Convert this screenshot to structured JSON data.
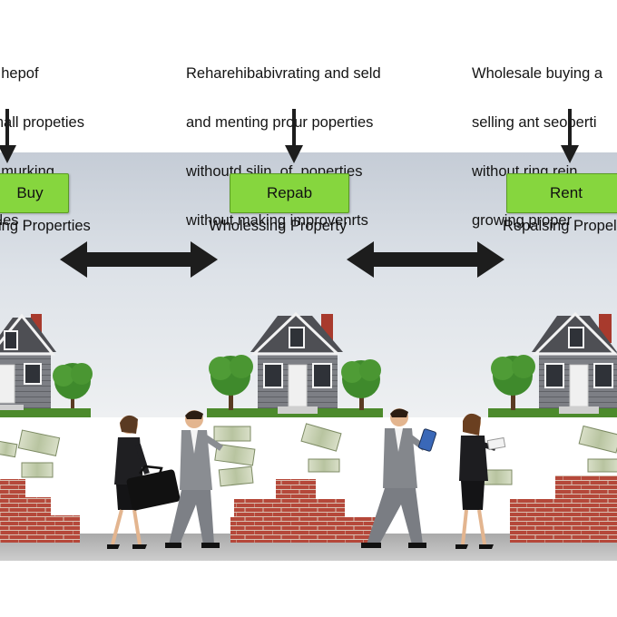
{
  "captions": {
    "left": [
      "re hepof",
      "pinall propeties",
      "ur murking",
      "pitles"
    ],
    "middle": [
      "Reharehibabivrating and seld",
      "and menting prour poperties",
      "withoutd silin  of  poperties",
      "without making improvenrts"
    ],
    "right": [
      "Wholesale buying a",
      "selling ant seoperti",
      "without ring rein",
      "growing proper"
    ]
  },
  "stages": [
    {
      "label": "Buy",
      "sublabel": "ing Properties"
    },
    {
      "label": "Repab",
      "sublabel": "Wholessing Property"
    },
    {
      "label": "Rent",
      "sublabel": "Repalsing Propel"
    }
  ],
  "colors": {
    "stage_green": "#86d63e",
    "arrow": "#1d1d1d",
    "brick": "#b5483a",
    "house_siding": "#7d7f85",
    "sky": "#d7dce3"
  },
  "icons": [
    "down-arrow-icon",
    "double-arrow-icon",
    "house-icon",
    "tree-icon",
    "money-icon",
    "brick-wall-icon",
    "briefcase-icon",
    "tablet-icon"
  ]
}
